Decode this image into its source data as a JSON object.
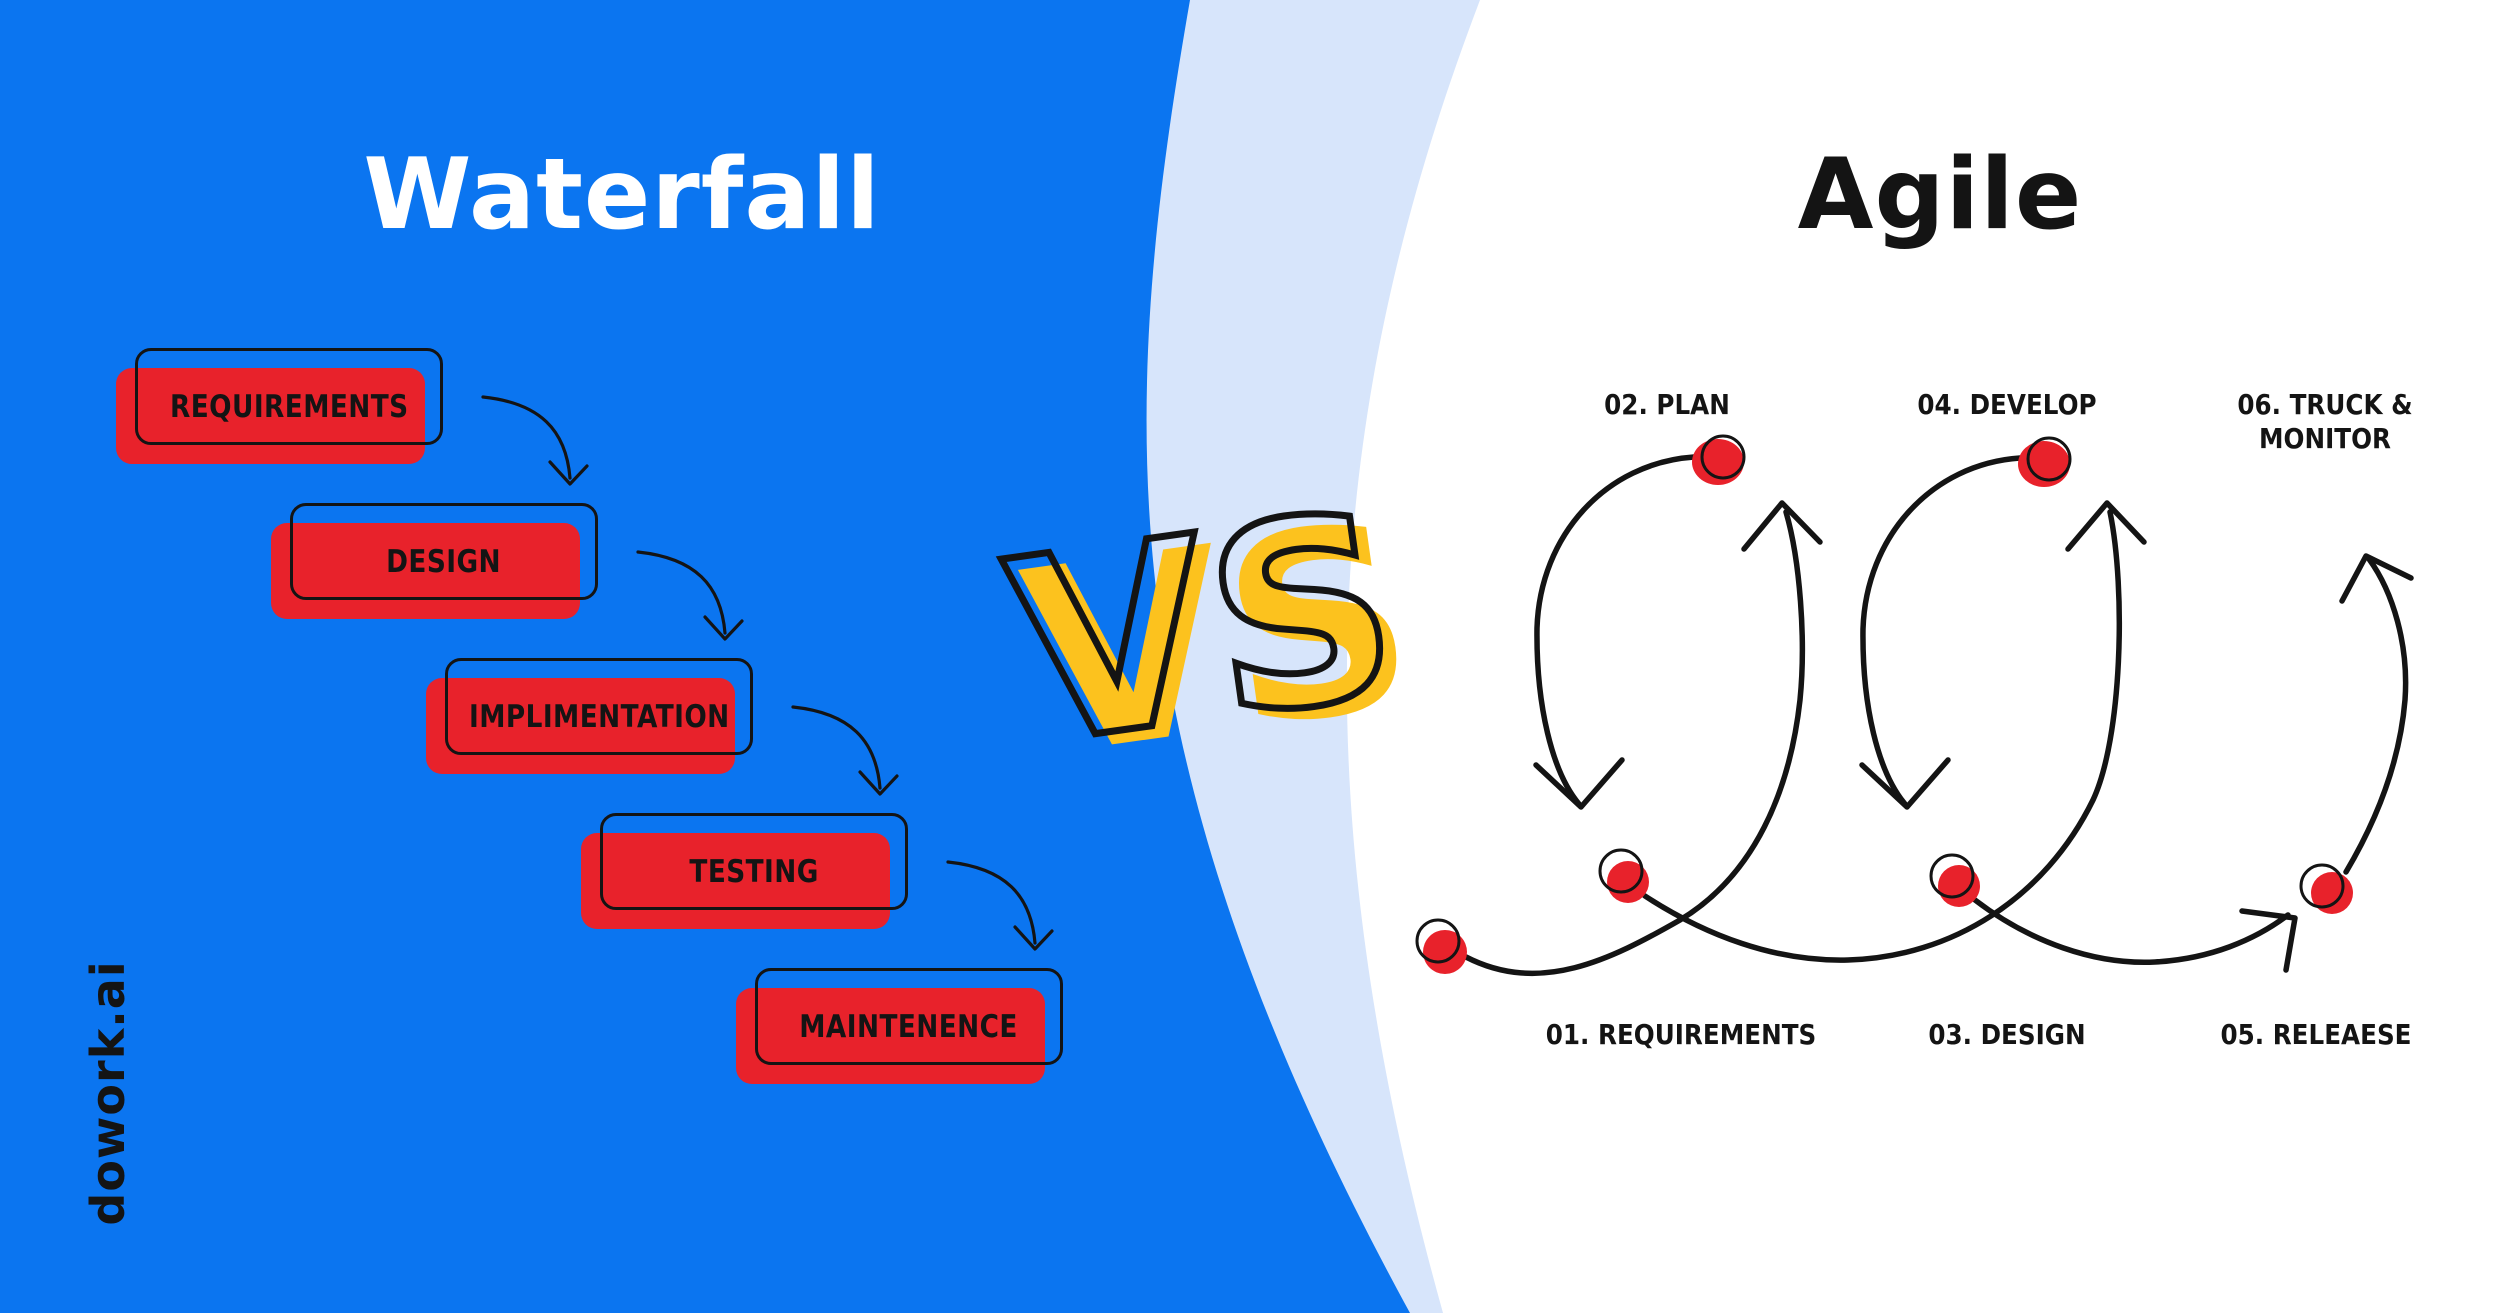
{
  "brand": {
    "logo_text": "dowork.ai"
  },
  "divider": {
    "vs_label": "VS"
  },
  "colors": {
    "left_background": "#0b75f0",
    "band": "#d7e5fb",
    "right_background": "#ffffff",
    "box_red": "#e8222b",
    "accent_yellow": "#fcc21e",
    "ink_black": "#141414",
    "title_white": "#ffffff"
  },
  "waterfall": {
    "title": "Waterfall",
    "stages": [
      "REQUIREMENTS",
      "DESIGN",
      "IMPLIMENTATION",
      "TESTING",
      "MAINTENENCE"
    ]
  },
  "agile": {
    "title": "Agile",
    "steps": [
      {
        "label": "01. REQUIREMENTS"
      },
      {
        "label": "02. PLAN"
      },
      {
        "label": "03. DESIGN"
      },
      {
        "label": "04. DEVELOP"
      },
      {
        "label": "05. RELEAESE"
      },
      {
        "label": "06. TRUCK & MONITOR"
      }
    ]
  }
}
